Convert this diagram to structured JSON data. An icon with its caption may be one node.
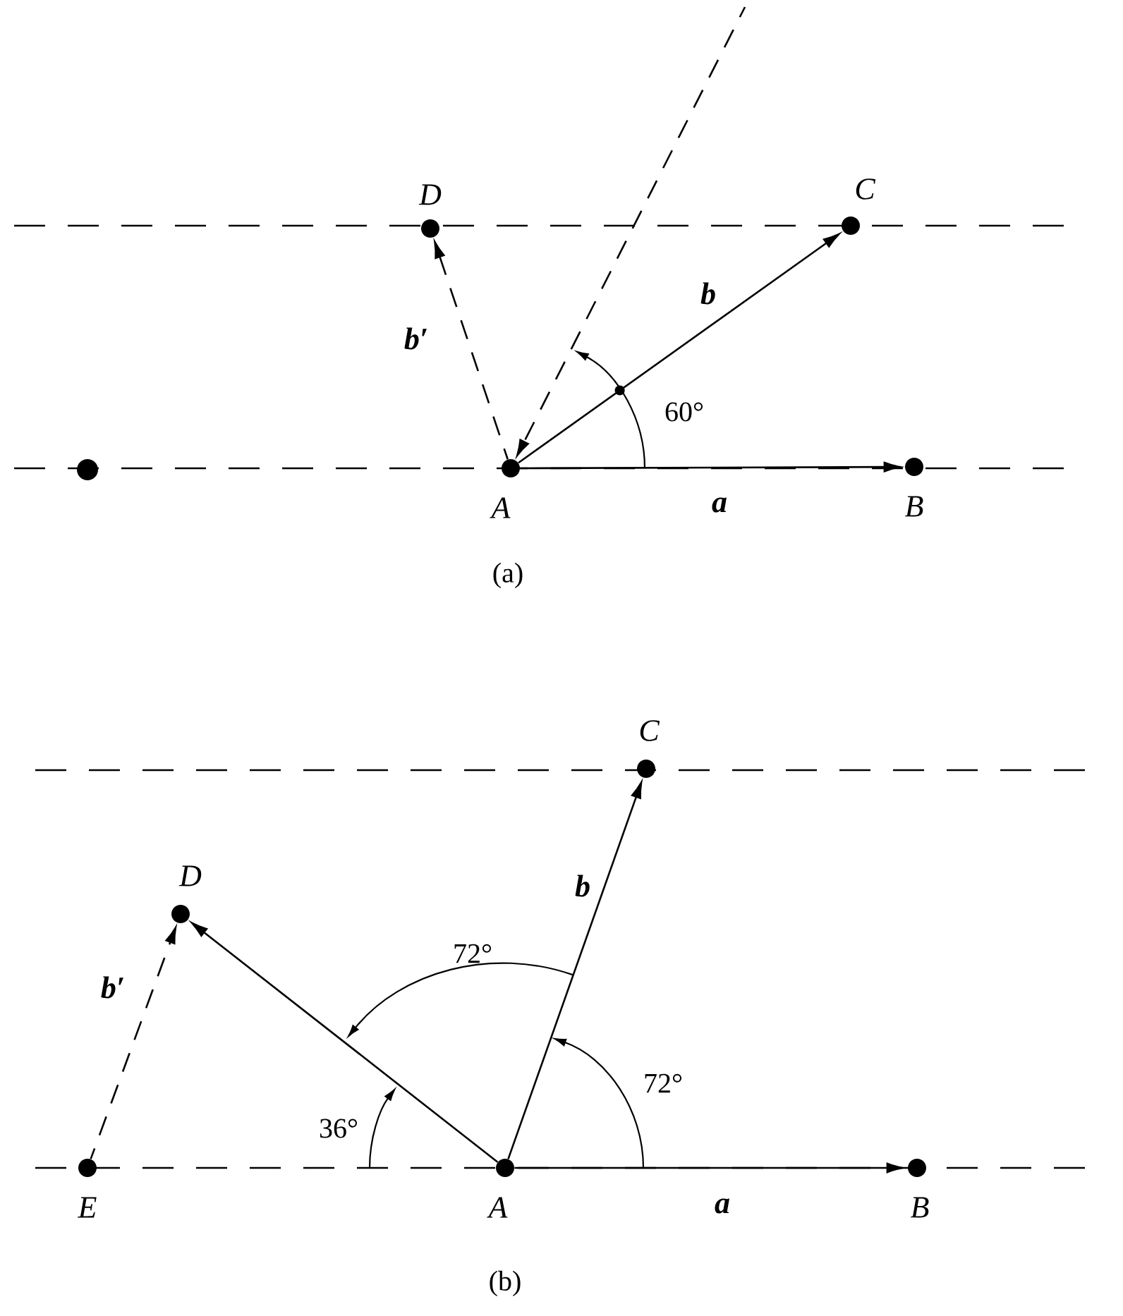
{
  "diagram": {
    "nodes": [
      {
        "text": [
          "D"
        ]
      },
      {
        "text": [
          "C"
        ]
      },
      {
        "text": [],
        "shape": "circle"
      },
      {
        "text": [
          "A"
        ]
      },
      {
        "text": [
          "B"
        ]
      },
      {
        "text": [
          "C"
        ]
      },
      {
        "text": [
          "D"
        ]
      },
      {
        "text": [
          "E"
        ]
      },
      {
        "text": [
          "A"
        ]
      },
      {
        "text": [
          "B"
        ]
      }
    ],
    "edges": [
      {
        "from": 3,
        "to": 4,
        "arrow": "to",
        "label": "a"
      },
      {
        "from": 3,
        "to": 1,
        "arrow": "to",
        "label": "b"
      },
      {
        "from": 3,
        "to": 0,
        "arrow": "to",
        "label": "b′",
        "style": "dashed"
      },
      {
        "from": null,
        "to": 3,
        "arrow": "to",
        "style": "dashed"
      },
      {
        "from": 8,
        "to": 9,
        "arrow": "to",
        "label": "a"
      },
      {
        "from": 8,
        "to": 5,
        "arrow": "to",
        "label": "b"
      },
      {
        "from": 8,
        "to": 6,
        "arrow": "to"
      },
      {
        "from": 7,
        "to": 6,
        "arrow": "to",
        "label": "b′",
        "style": "dashed"
      }
    ],
    "labels": [
      "60°",
      "(a)",
      "72°",
      "72°",
      "36°",
      "(b)"
    ]
  }
}
